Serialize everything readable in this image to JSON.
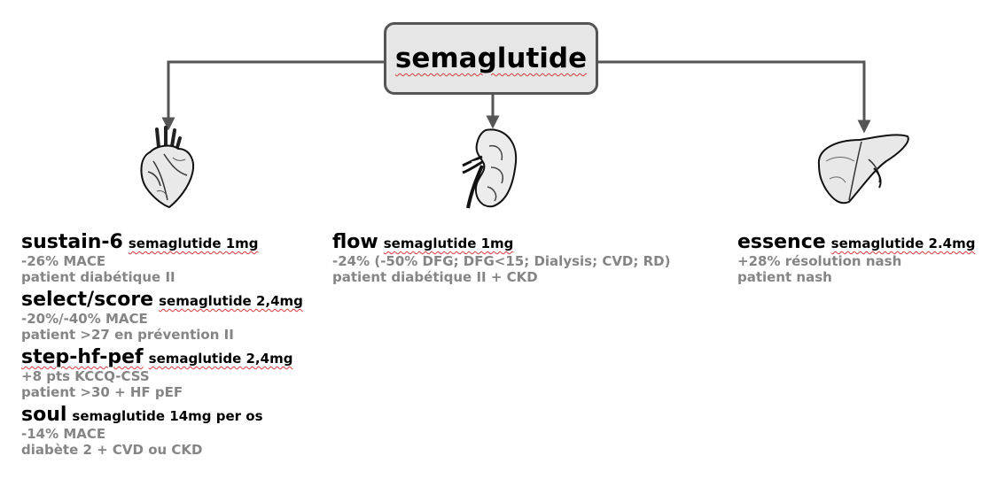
{
  "root": {
    "label": "semaglutide"
  },
  "organs": [
    {
      "name": "heart"
    },
    {
      "name": "kidney"
    },
    {
      "name": "liver"
    }
  ],
  "columns": [
    {
      "organ": "heart",
      "trials": [
        {
          "name": "sustain-6",
          "drug": "semaglutide 1mg",
          "lines": [
            "-26% MACE",
            "patient diabétique II"
          ]
        },
        {
          "name": "select/score",
          "drug": "semaglutide 2,4mg",
          "lines": [
            "-20%/-40% MACE",
            "patient >27 en prévention II"
          ]
        },
        {
          "name": "step-hf-pef",
          "drug": "semaglutide 2,4mg",
          "lines": [
            "+8 pts KCCQ-CSS",
            "patient >30 + HF pEF"
          ]
        },
        {
          "name": "soul",
          "drug": "semaglutide 14mg per os",
          "lines": [
            "-14% MACE",
            "diabète 2 + CVD ou CKD"
          ]
        }
      ]
    },
    {
      "organ": "kidney",
      "trials": [
        {
          "name": "flow",
          "drug": "semaglutide 1mg",
          "lines": [
            "-24% (-50% DFG; DFG<15; Dialysis; CVD; RD)",
            "patient diabétique II + CKD"
          ]
        }
      ]
    },
    {
      "organ": "liver",
      "trials": [
        {
          "name": "essence",
          "drug": "semaglutide 2.4mg",
          "lines": [
            "+28% résolution nash",
            "patient nash"
          ]
        }
      ]
    }
  ]
}
